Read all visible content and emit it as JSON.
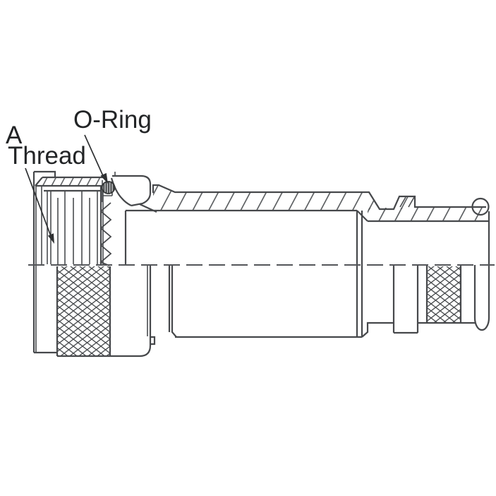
{
  "diagram": {
    "kind": "technical-line-drawing",
    "callouts": {
      "a_thread_line1": "A",
      "a_thread_line2": "Thread",
      "o_ring": "O-Ring"
    },
    "colors": {
      "background": "#ffffff",
      "line": "#46484b",
      "thin_line": "#4a4d50",
      "text": "#222426",
      "arrow": "#2e3032",
      "o_ring_fill": "#b9bbbd"
    }
  }
}
